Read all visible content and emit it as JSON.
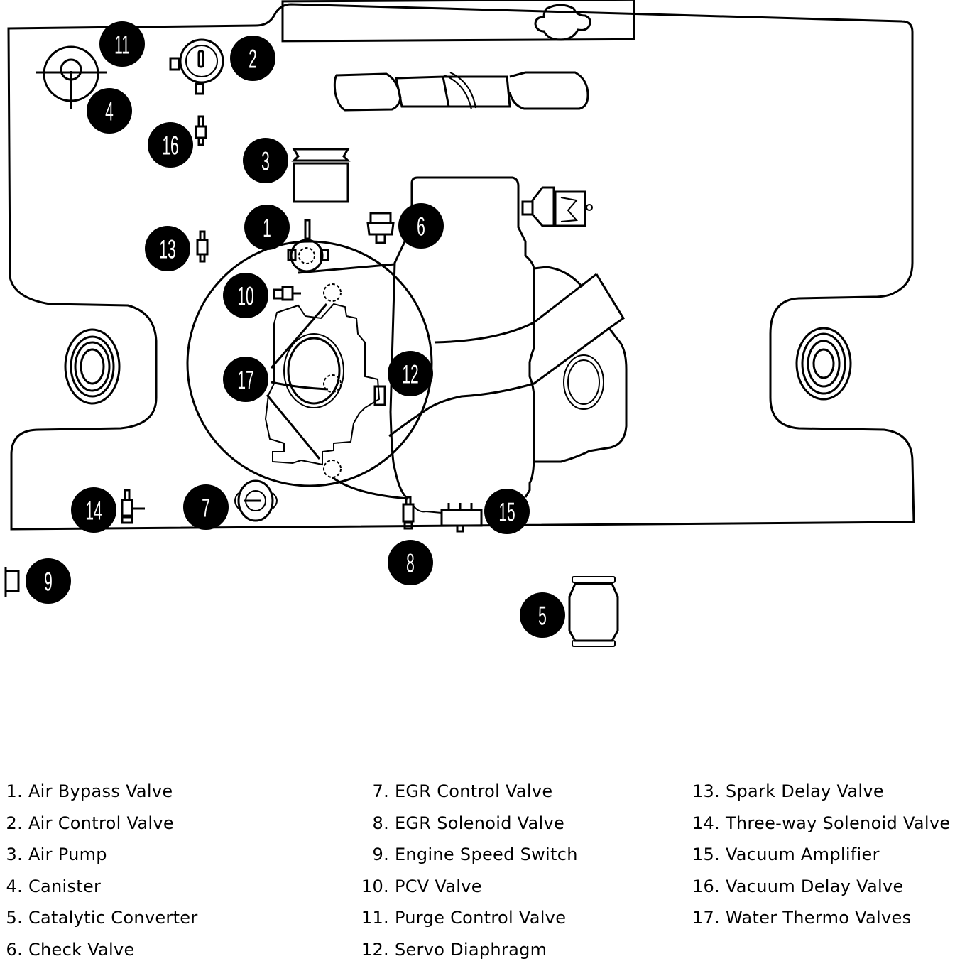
{
  "diagram": {
    "title": "Emission control component locations",
    "callouts": [
      {
        "id": 1,
        "label": "1"
      },
      {
        "id": 2,
        "label": "2"
      },
      {
        "id": 3,
        "label": "3"
      },
      {
        "id": 4,
        "label": "4"
      },
      {
        "id": 5,
        "label": "5"
      },
      {
        "id": 6,
        "label": "6"
      },
      {
        "id": 7,
        "label": "7"
      },
      {
        "id": 8,
        "label": "8"
      },
      {
        "id": 9,
        "label": "9"
      },
      {
        "id": 10,
        "label": "10"
      },
      {
        "id": 11,
        "label": "11"
      },
      {
        "id": 12,
        "label": "12"
      },
      {
        "id": 13,
        "label": "13"
      },
      {
        "id": 14,
        "label": "14"
      },
      {
        "id": 15,
        "label": "15"
      },
      {
        "id": 16,
        "label": "16"
      },
      {
        "id": 17,
        "label": "17"
      }
    ]
  },
  "legend": {
    "columns": [
      [
        {
          "num": "1.",
          "text": "Air Bypass Valve"
        },
        {
          "num": "2.",
          "text": "Air Control Valve"
        },
        {
          "num": "3.",
          "text": "Air Pump"
        },
        {
          "num": "4.",
          "text": "Canister"
        },
        {
          "num": "5.",
          "text": "Catalytic Converter"
        },
        {
          "num": "6.",
          "text": "Check Valve"
        }
      ],
      [
        {
          "num": "7.",
          "text": "EGR Control Valve"
        },
        {
          "num": "8.",
          "text": "EGR Solenoid Valve"
        },
        {
          "num": "9.",
          "text": "Engine Speed Switch"
        },
        {
          "num": "10.",
          "text": "PCV Valve"
        },
        {
          "num": "11.",
          "text": "Purge Control Valve"
        },
        {
          "num": "12.",
          "text": "Servo Diaphragm"
        }
      ],
      [
        {
          "num": "13.",
          "text": "Spark Delay Valve"
        },
        {
          "num": "14.",
          "text": "Three-way Solenoid Valve"
        },
        {
          "num": "15.",
          "text": "Vacuum Amplifier"
        },
        {
          "num": "16.",
          "text": "Vacuum Delay Valve"
        },
        {
          "num": "17.",
          "text": "Water Thermo Valves"
        }
      ]
    ]
  }
}
